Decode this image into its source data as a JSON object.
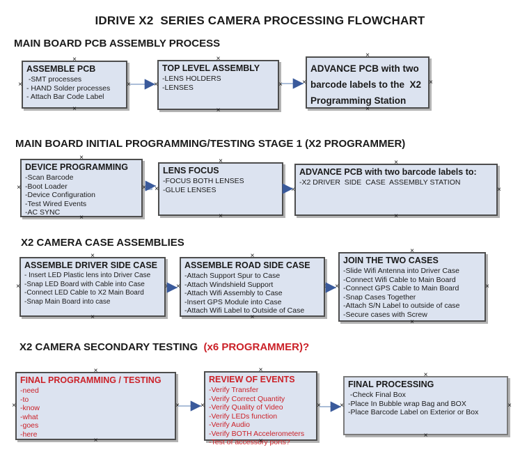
{
  "title": "IDRIVE X2  SERIES CAMERA PROCESSING FLOWCHART",
  "colors": {
    "box_fill": "#dce3f0",
    "box_border": "#4d4d4d",
    "black_text": "#1a1a1a",
    "red_text": "#cb2128",
    "arrow_line": "#9fb4d2",
    "arrow_head": "#3a5a9b"
  },
  "sections": [
    {
      "heading": "MAIN BOARD PCB ASSEMBLY PROCESS",
      "boxes": [
        {
          "title": "ASSEMBLE PCB",
          "items": [
            " -SMT processes",
            "- HAND Solder processes",
            "- Attach Bar Code Label"
          ]
        },
        {
          "title": "TOP LEVEL ASSEMBLY",
          "items": [
            "-LENS HOLDERS",
            "-LENSES"
          ]
        },
        {
          "title": "ADVANCE PCB with two barcode labels to the  X2 Programming Station",
          "items": []
        }
      ]
    },
    {
      "heading": "MAIN BOARD INITIAL PROGRAMMING/TESTING STAGE 1 (X2 PROGRAMMER)",
      "boxes": [
        {
          "title": "DEVICE PROGRAMMING",
          "items": [
            "-Scan Barcode",
            "-Boot Loader",
            "-Device Configuration",
            "-Test Wired Events",
            "-AC SYNC"
          ]
        },
        {
          "title": "LENS FOCUS",
          "items": [
            "-FOCUS BOTH LENSES",
            "-GLUE LENSES"
          ]
        },
        {
          "title": "ADVANCE PCB with two barcode labels to:",
          "items": [
            "-X2 DRIVER  SIDE  CASE  ASSEMBLY STATION"
          ]
        }
      ]
    },
    {
      "heading": "X2 CAMERA CASE ASSEMBLIES",
      "boxes": [
        {
          "title": "ASSEMBLE DRIVER SIDE CASE",
          "items": [
            "- Insert LED Plastic lens into Driver Case",
            "-Snap LED Board with Cable into Case",
            "-Connect LED Cable to X2 Main Board",
            "-Snap Main Board into case"
          ]
        },
        {
          "title": "ASSEMBLE ROAD SIDE CASE",
          "items": [
            "-Attach Support Spur to Case",
            "-Attach Windshield Support",
            "-Attach Wifi Assembly to Case",
            "-Insert GPS Module into Case",
            "-Attach Wifi Label to Outside of Case"
          ]
        },
        {
          "title": "JOIN THE TWO CASES",
          "items": [
            "-Slide Wifi Antenna into Driver Case",
            "-Connect Wifi Cable to Main Board",
            "-Connect GPS Cable to Main Board",
            "-Snap Cases Together",
            "-Attach S/N Label to outside of case",
            "-Secure cases with Screw"
          ]
        }
      ]
    },
    {
      "heading": "X2 CAMERA SECONDARY TESTING  ",
      "heading_suffix": "(x6 PROGRAMMER)?",
      "boxes": [
        {
          "title": "FINAL PROGRAMMING / TESTING",
          "items": [
            "-need",
            "-to",
            "-know",
            "-what",
            "-goes",
            "-here"
          ]
        },
        {
          "title": "REVIEW OF EVENTS",
          "items": [
            "-Verify Transfer",
            "-Verify Correct Quantity",
            "-Verify Quality of Video",
            "-Verify LEDs function",
            "-Verify Audio",
            "-Verify BOTH Accelerometers",
            "-Test of accessory ports?"
          ]
        },
        {
          "title": "FINAL PROCESSING",
          "items": [
            " -Check Final Box",
            "-Place In Bubble wrap Bag and BOX",
            "-Place Barcode Label on Exterior or Box"
          ]
        }
      ]
    }
  ]
}
